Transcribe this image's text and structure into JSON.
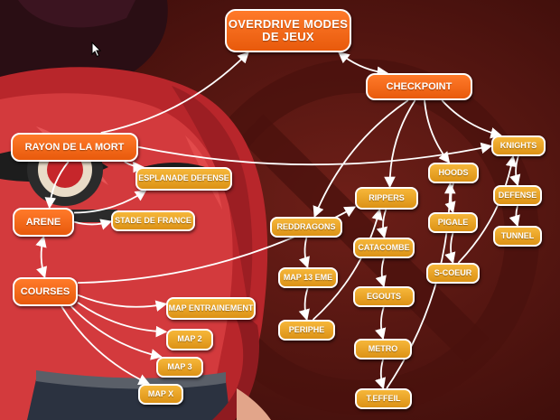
{
  "diagram": {
    "nodes": [
      {
        "id": "overdrive",
        "label": "OVERDRIVE MODES DE JEUX",
        "style": "orange"
      },
      {
        "id": "checkpoint",
        "label": "CHECKPOINT",
        "style": "orange"
      },
      {
        "id": "rayon",
        "label": "RAYON DE LA MORT",
        "style": "orange"
      },
      {
        "id": "arene",
        "label": "ARENE",
        "style": "orange"
      },
      {
        "id": "courses",
        "label": "COURSES",
        "style": "orange"
      },
      {
        "id": "esplanade",
        "label": "ESPLANADE DEFENSE",
        "style": "gold"
      },
      {
        "id": "stade",
        "label": "STADE DE FRANCE",
        "style": "gold"
      },
      {
        "id": "map_entrainement",
        "label": "MAP ENTRAINEMENT",
        "style": "gold"
      },
      {
        "id": "map2",
        "label": "MAP 2",
        "style": "gold"
      },
      {
        "id": "map3",
        "label": "MAP 3",
        "style": "gold"
      },
      {
        "id": "mapx",
        "label": "MAP X",
        "style": "gold"
      },
      {
        "id": "reddragons",
        "label": "REDDRAGONS",
        "style": "gold"
      },
      {
        "id": "map13",
        "label": "MAP 13 EME",
        "style": "gold"
      },
      {
        "id": "periphe",
        "label": "PERIPHE",
        "style": "gold"
      },
      {
        "id": "rippers",
        "label": "RIPPERS",
        "style": "gold"
      },
      {
        "id": "catacombe",
        "label": "CATACOMBE",
        "style": "gold"
      },
      {
        "id": "egouts",
        "label": "EGOUTS",
        "style": "gold"
      },
      {
        "id": "metro",
        "label": "METRO",
        "style": "gold"
      },
      {
        "id": "teffeil",
        "label": "T.EFFEIL",
        "style": "gold"
      },
      {
        "id": "hoods",
        "label": "HOODS",
        "style": "gold"
      },
      {
        "id": "pigale",
        "label": "PIGALE",
        "style": "gold"
      },
      {
        "id": "scoeur",
        "label": "S-COEUR",
        "style": "gold"
      },
      {
        "id": "knights",
        "label": "KNIGHTS",
        "style": "gold"
      },
      {
        "id": "defense",
        "label": "DEFENSE",
        "style": "gold"
      },
      {
        "id": "tunnel",
        "label": "TUNNEL",
        "style": "gold"
      }
    ],
    "edges": [
      {
        "from": "rayon",
        "to": "overdrive"
      },
      {
        "from": "overdrive",
        "to": "checkpoint",
        "bidirectional": true
      },
      {
        "from": "rayon",
        "to": "knights"
      },
      {
        "from": "rayon",
        "to": "esplanade"
      },
      {
        "from": "rayon",
        "to": "arene"
      },
      {
        "from": "arene",
        "to": "esplanade"
      },
      {
        "from": "arene",
        "to": "stade"
      },
      {
        "from": "arene",
        "to": "courses",
        "bidirectional": true
      },
      {
        "from": "courses",
        "to": "rippers"
      },
      {
        "from": "courses",
        "to": "map_entrainement"
      },
      {
        "from": "courses",
        "to": "map2"
      },
      {
        "from": "courses",
        "to": "map3"
      },
      {
        "from": "courses",
        "to": "mapx"
      },
      {
        "from": "checkpoint",
        "to": "reddragons"
      },
      {
        "from": "checkpoint",
        "to": "rippers"
      },
      {
        "from": "checkpoint",
        "to": "hoods"
      },
      {
        "from": "checkpoint",
        "to": "knights"
      },
      {
        "from": "reddragons",
        "to": "map13"
      },
      {
        "from": "map13",
        "to": "periphe"
      },
      {
        "from": "periphe",
        "to": "rippers"
      },
      {
        "from": "rippers",
        "to": "catacombe"
      },
      {
        "from": "catacombe",
        "to": "egouts"
      },
      {
        "from": "egouts",
        "to": "metro"
      },
      {
        "from": "metro",
        "to": "teffeil"
      },
      {
        "from": "teffeil",
        "to": "hoods"
      },
      {
        "from": "hoods",
        "to": "pigale"
      },
      {
        "from": "pigale",
        "to": "scoeur"
      },
      {
        "from": "scoeur",
        "to": "knights"
      },
      {
        "from": "knights",
        "to": "defense"
      },
      {
        "from": "defense",
        "to": "tunnel"
      }
    ]
  },
  "colors": {
    "background": "#5a1712",
    "node_orange": "#f06418",
    "node_gold": "#e8a224",
    "edge": "#ffffff"
  },
  "icons": [
    "mouse-cursor-icon"
  ]
}
